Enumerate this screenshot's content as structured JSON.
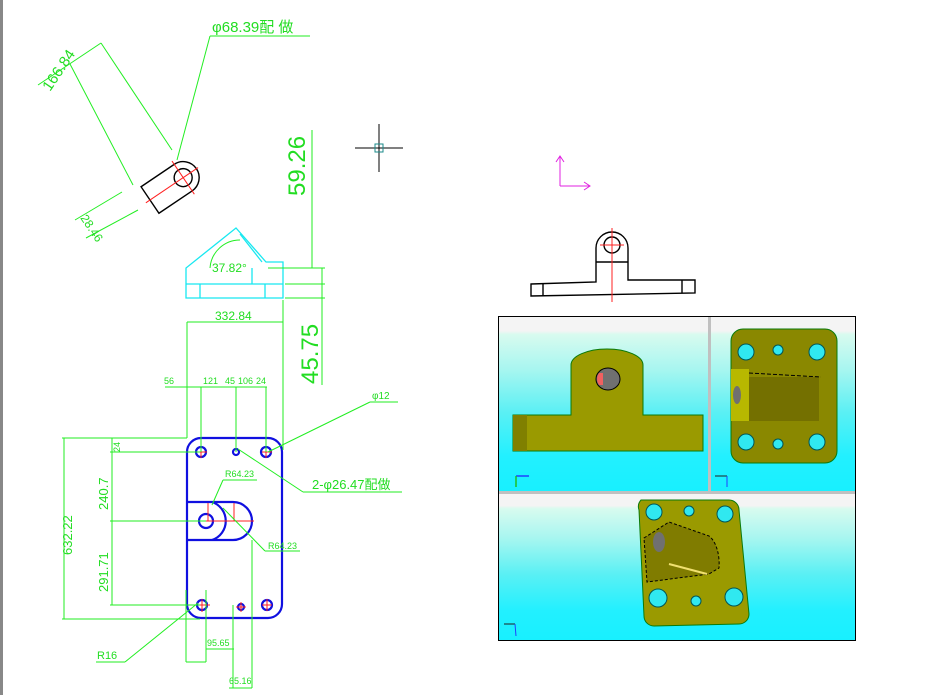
{
  "drawing": {
    "top_view": {
      "radius_dim": "166.84",
      "hole_note": "φ68.39配 做",
      "width_dim": "28.46"
    },
    "side_view": {
      "angle_dim": "37.82°",
      "height_dim_1": "59.26",
      "height_dim_2": "45.75"
    },
    "plan_view": {
      "width_dim": "332.84",
      "top_dims": [
        "56",
        "121",
        "45",
        "106",
        "24"
      ],
      "left_dims": {
        "total": "632.22",
        "upper": "240.7",
        "lower": "291.71",
        "top_offset": "24"
      },
      "hole_small_note": "φ12",
      "hole_pair_note": "2-φ26.47配做",
      "radius_1": "R64.23",
      "radius_2": "R64.23",
      "corner_radius": "R16",
      "bottom_dims_1": "95.65",
      "bottom_dims_2": "65.16"
    }
  },
  "viewports": {
    "model_color": "#9a9a00",
    "background": "#22f0ff"
  },
  "colors": {
    "dimension": "#22ee22",
    "outline": "#1010e0",
    "center": "#ff2020",
    "axis": "#e020e0"
  }
}
